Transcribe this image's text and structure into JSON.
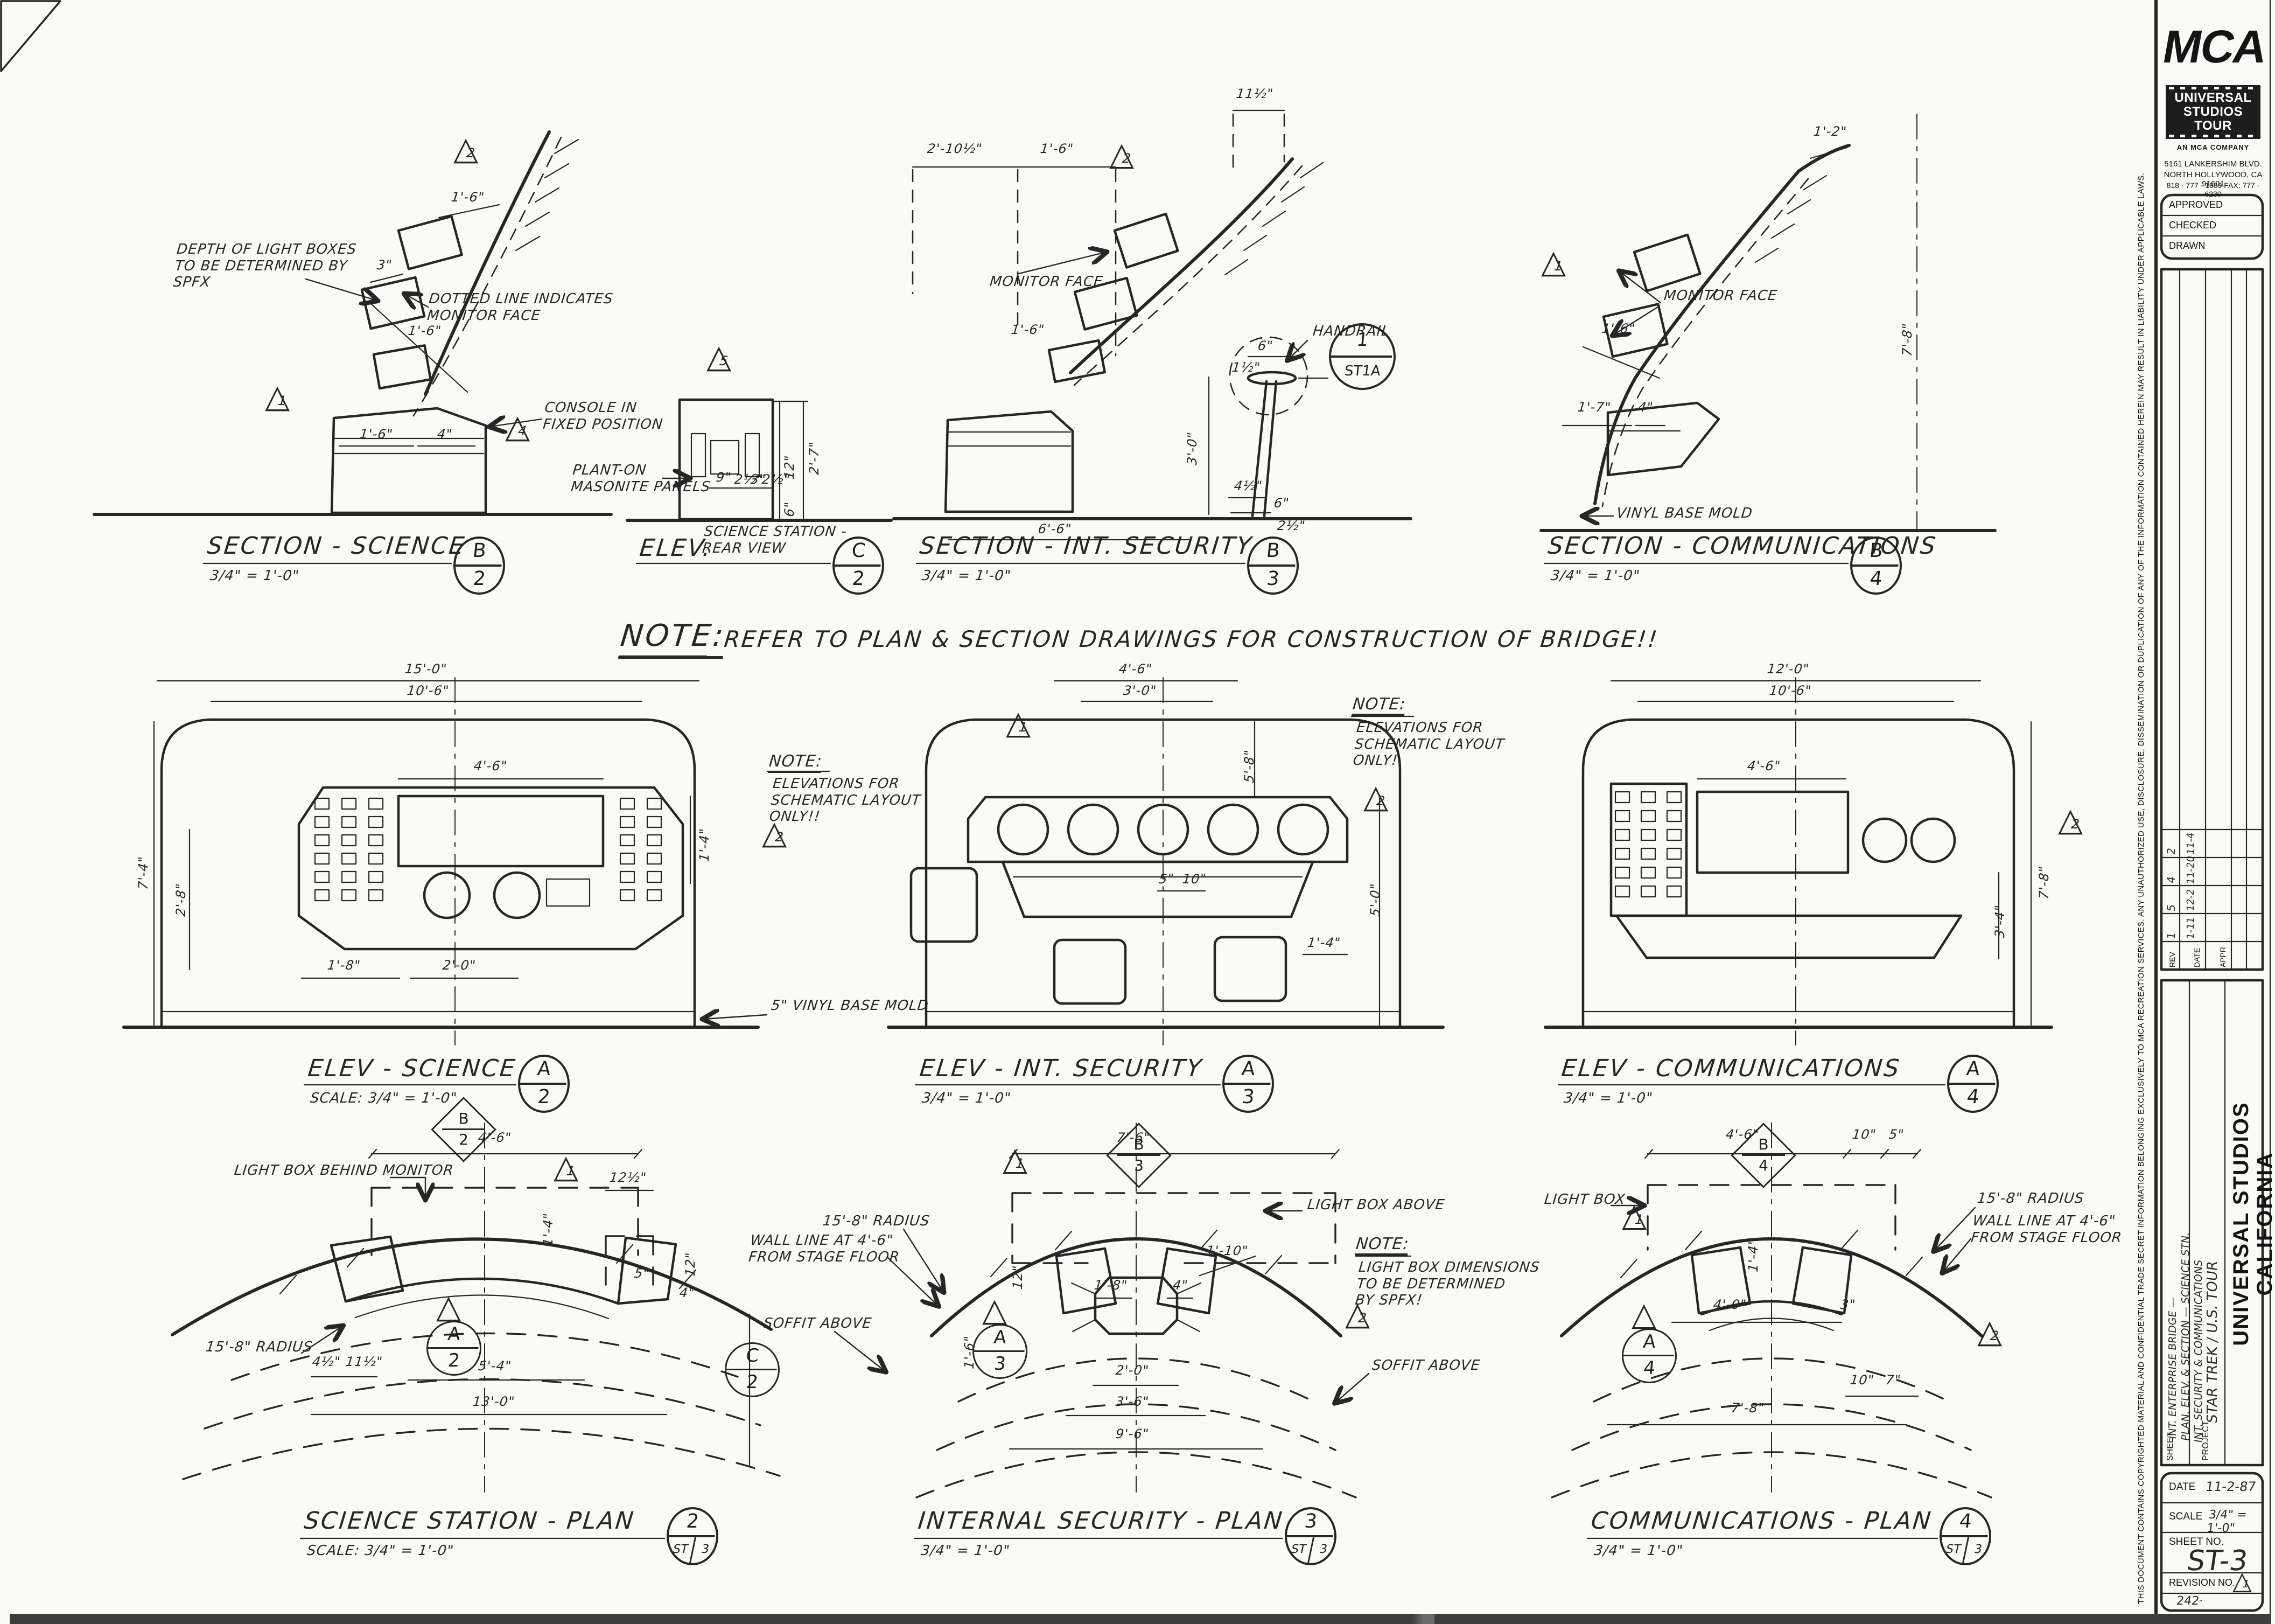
{
  "tb": {
    "logo": "MCA",
    "strip1": "UNIVERSAL",
    "strip2": "STUDIOS TOUR",
    "company": "AN MCA COMPANY",
    "addr1": "5161 LANKERSHIM BLVD.",
    "addr2": "NORTH HOLLYWOOD, CA 91601",
    "addr3": "818 · 777 · 1989   FAX: 777 · 6230",
    "approved": "APPROVED",
    "checked": "CHECKED",
    "drawn": "DRAWN",
    "rev_h": [
      "REV",
      "DATE",
      "APPR"
    ],
    "revs": [
      {
        "n": "2",
        "d": "11-4"
      },
      {
        "n": "4",
        "d": "11-20"
      },
      {
        "n": "5",
        "d": "12-2"
      },
      {
        "n": "1",
        "d": "1-11"
      }
    ],
    "disclaimer": "THIS DOCUMENT CONTAINS COPYRIGHTED MATERIAL AND CONFIDENTIAL TRADE SECRET INFORMATION BELONGING EXCLUSIVELY TO MCA RECREATION SERVICES.  ANY UNAUTHORIZED USE, DISCLOSURE, DISSEMINATION OR DUPLICATION OF ANY OF THE INFORMATION CONTAINED HEREIN MAY RESULT IN LIABILITY UNDER APPLICABLE LAWS.",
    "sheet_label": "SHEET",
    "sheet_desc": "INT. ENTERPRISE BRIDGE —\nPLAN, ELEV. & SECTION — SCIENCE STN,\nINT. SECURITY & COMMUNICATIONS",
    "project_label": "PROJECT",
    "project": "STAR TREK / U.S. TOUR",
    "studio": "UNIVERSAL STUDIOS\nCALIFORNIA",
    "date_label": "DATE",
    "date": "11-2-87",
    "scale_label": "SCALE",
    "scale": "3/4\" = 1'-0\"",
    "sheetno_label": "SHEET NO.",
    "sheetno": "ST-3",
    "rev_label": "REVISION NO.",
    "rev_no": "1",
    "code": "242·"
  },
  "note": {
    "label": "NOTE:",
    "text": "REFER TO PLAN & SECTION DRAWINGS FOR CONSTRUCTION OF BRIDGE!!"
  },
  "dwg": {
    "s1": {
      "title": "SECTION - SCIENCE",
      "scale": "3/4\" = 1'-0\"",
      "tagL": "B",
      "tagN": "2",
      "lbl_depth": "DEPTH OF LIGHT BOXES\nTO BE DETERMINED BY\nSPFX",
      "lbl_dotted": "DOTTED LINE INDICATES\nMONITOR FACE",
      "lbl_console": "CONSOLE IN\nFIXED POSITION",
      "dims": [
        "1'-6\"",
        "3\"",
        "1'-6\"",
        "1'-6\"",
        "4\""
      ],
      "tris": [
        "2",
        "1",
        "4"
      ]
    },
    "s2": {
      "title": "ELEV.",
      "sub": "SCIENCE STATION -\nREAR VIEW",
      "tagL": "C",
      "tagN": "2",
      "lbl_panels": "PLANT-ON\nMASONITE PANELS",
      "dims": [
        "9\"",
        "2½\"",
        "3\"",
        "2½\"",
        "12\"",
        "2'-7\"",
        "6\""
      ],
      "tris": [
        "5"
      ]
    },
    "s3": {
      "title": "SECTION - INT. SECURITY",
      "scale": "3/4\" = 1'-0\"",
      "tagL": "B",
      "tagN": "3",
      "lbl_monitor": "MONITOR FACE",
      "lbl_handrail": "HANDRAIL",
      "det_n": "1",
      "det_s": "ST1A",
      "dims": [
        "11½\"",
        "2'-10½\"",
        "1'-6\"",
        "6\"",
        "1½\"",
        "3'-0\"",
        "4½\"",
        "6\"",
        "2½\"",
        "6'-6\"",
        "1'-6\""
      ],
      "tris": [
        "2"
      ]
    },
    "s4": {
      "title": "SECTION - COMMUNICATIONS",
      "scale": "3/4\" = 1'-0\"",
      "tagL": "B",
      "tagN": "4",
      "lbl_monitor": "MONITOR FACE",
      "lbl_vinyl": "VINYL BASE MOLD",
      "dims": [
        "1'-2\"",
        "7'-8\"",
        "1'-6\"",
        "1'-7\"",
        "4\""
      ],
      "tris": [
        "1"
      ]
    },
    "e1": {
      "title": "ELEV - SCIENCE",
      "scale": "SCALE: 3/4\" = 1'-0\"",
      "tagL": "A",
      "tagN": "2",
      "note_label": "NOTE:",
      "note_text": "ELEVATIONS FOR\nSCHEMATIC LAYOUT\nONLY!!",
      "lbl_vinyl": "5\" VINYL BASE MOLD",
      "dims": [
        "15'-0\"",
        "10'-6\"",
        "4'-6\"",
        "7'-4\"",
        "2'-8\"",
        "1'-4\"",
        "1'-8\"",
        "2'-0\""
      ],
      "tris": [
        "2"
      ]
    },
    "e2": {
      "title": "ELEV - INT. SECURITY",
      "scale": "3/4\" = 1'-0\"",
      "tagL": "A",
      "tagN": "3",
      "note_label": "NOTE:",
      "note_text": "ELEVATIONS FOR\nSCHEMATIC LAYOUT\nONLY!",
      "dims": [
        "4'-6\"",
        "3'-0\"",
        "5'-8\"",
        "5'-0\"",
        "1'-4\"",
        "10\"",
        "5\""
      ],
      "tris": [
        "1",
        "2"
      ]
    },
    "e3": {
      "title": "ELEV - COMMUNICATIONS",
      "scale": "3/4\" = 1'-0\"",
      "tagL": "A",
      "tagN": "4",
      "dims": [
        "12'-0\"",
        "10'-6\"",
        "4'-6\"",
        "7'-8\"",
        "3'-4\""
      ],
      "tris": [
        "2"
      ]
    },
    "p1": {
      "title": "SCIENCE STATION - PLAN",
      "scale": "SCALE: 3/4\" = 1'-0\"",
      "tagN": "2",
      "tagS1": "ST",
      "tagS2": "3",
      "diaL": "B",
      "diaN": "2",
      "mkL": "A",
      "mkN": "2",
      "lbl_light": "LIGHT BOX BEHIND MONITOR",
      "lbl_rad": "15'-8\" RADIUS",
      "dims": [
        "4'-6\"",
        "12½\"",
        "1'-4\"",
        "12\"",
        "4\"",
        "5\"",
        "4½\"",
        "11½\"",
        "5'-4\"",
        "13'-0\""
      ],
      "tris": [
        "1"
      ]
    },
    "p2": {
      "title": "INTERNAL SECURITY - PLAN",
      "scale": "3/4\" = 1'-0\"",
      "tagN": "3",
      "tagS1": "ST",
      "tagS2": "3",
      "diaL": "B",
      "diaN": "3",
      "mkL": "A",
      "mkN": "3",
      "lbl_light": "LIGHT BOX ABOVE",
      "lbl_rad": "15'-8\" RADIUS",
      "note_label": "NOTE:",
      "note_text": "LIGHT BOX DIMENSIONS\nTO BE DETERMINED\nBY SPFX!",
      "dims": [
        "7'-6\"",
        "1'-10\"",
        "1'-8\"",
        "4\"",
        "12\"",
        "1'-6\"",
        "2'-0\"",
        "3'-6\"",
        "9'-6\""
      ],
      "tris": [
        "1",
        "2"
      ]
    },
    "p3": {
      "title": "COMMUNICATIONS - PLAN",
      "scale": "3/4\" = 1'-0\"",
      "tagN": "4",
      "tagS1": "ST",
      "tagS2": "3",
      "diaL": "B",
      "diaN": "4",
      "mkL": "A",
      "mkN": "4",
      "lbl_light": "LIGHT BOX",
      "lbl_rad": "15'-8\" RADIUS",
      "dims": [
        "4'-6\"",
        "10\"",
        "5\"",
        "1'-4\"",
        "4'-0\"",
        "3\"",
        "10\"",
        "7\"",
        "7'-8\""
      ],
      "tris": [
        "1",
        "2"
      ]
    },
    "sh": {
      "wall": "WALL LINE AT 4'-6\"\nFROM STAGE FLOOR",
      "soffit": "SOFFIT ABOVE",
      "c2L": "C",
      "c2N": "2"
    }
  }
}
